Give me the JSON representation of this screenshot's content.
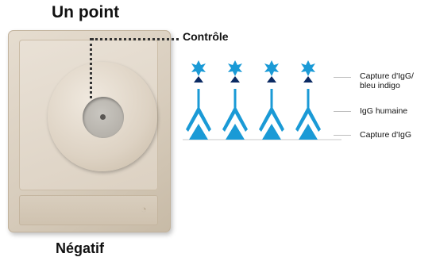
{
  "title": "Un point",
  "caption": "Négatif",
  "control_label": "Contrôle",
  "labels": {
    "capture_blue_line1": "Capture d'IgG/",
    "capture_blue_line2": "bleu indigo",
    "human_igg": "IgG humaine",
    "capture_igg": "Capture d'IgG"
  },
  "colors": {
    "blue": "#1a9ad6",
    "dark_blue": "#0b2a63"
  },
  "icons": {
    "antibody": "antibody-y-icon",
    "capture_star": "indigo-star-icon",
    "capture_triangle": "capture-triangle-icon"
  }
}
